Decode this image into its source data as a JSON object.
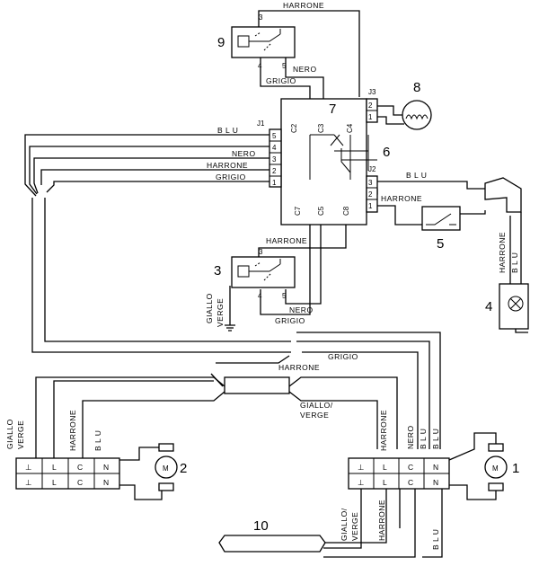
{
  "components": {
    "n1": "1",
    "n2": "2",
    "n3": "3",
    "n4": "4",
    "n5": "5",
    "n6": "6",
    "n7": "7",
    "n8": "8",
    "n9": "9",
    "n10": "10"
  },
  "connectors": {
    "j1": "J1",
    "j2": "J2",
    "j3": "J3"
  },
  "connector_j1_pins": [
    "5",
    "4",
    "3",
    "2",
    "1"
  ],
  "connector_j2_pins": [
    "3",
    "2",
    "1"
  ],
  "connector_j3_pins": [
    "2",
    "1"
  ],
  "board_contacts": {
    "c2": "C2",
    "c3": "C3",
    "c4": "C4",
    "c7": "C7",
    "c5": "C5",
    "c8": "C8"
  },
  "relay_pins": {
    "top": "3",
    "left": "4",
    "right": "5"
  },
  "wires": {
    "harrone": "HARRONE",
    "nero": "NERO",
    "grigio": "GRIGIO",
    "blu": "B L U",
    "giallo_verge": "GIALLO/",
    "verge": "VERGE",
    "giallo": "GIALLO",
    "giallo_slash_verge": "GIALLO/ VERGE"
  },
  "terminals": {
    "ground": "⊥",
    "l": "L",
    "c": "C",
    "n": "N"
  },
  "motor_symbol": "M"
}
